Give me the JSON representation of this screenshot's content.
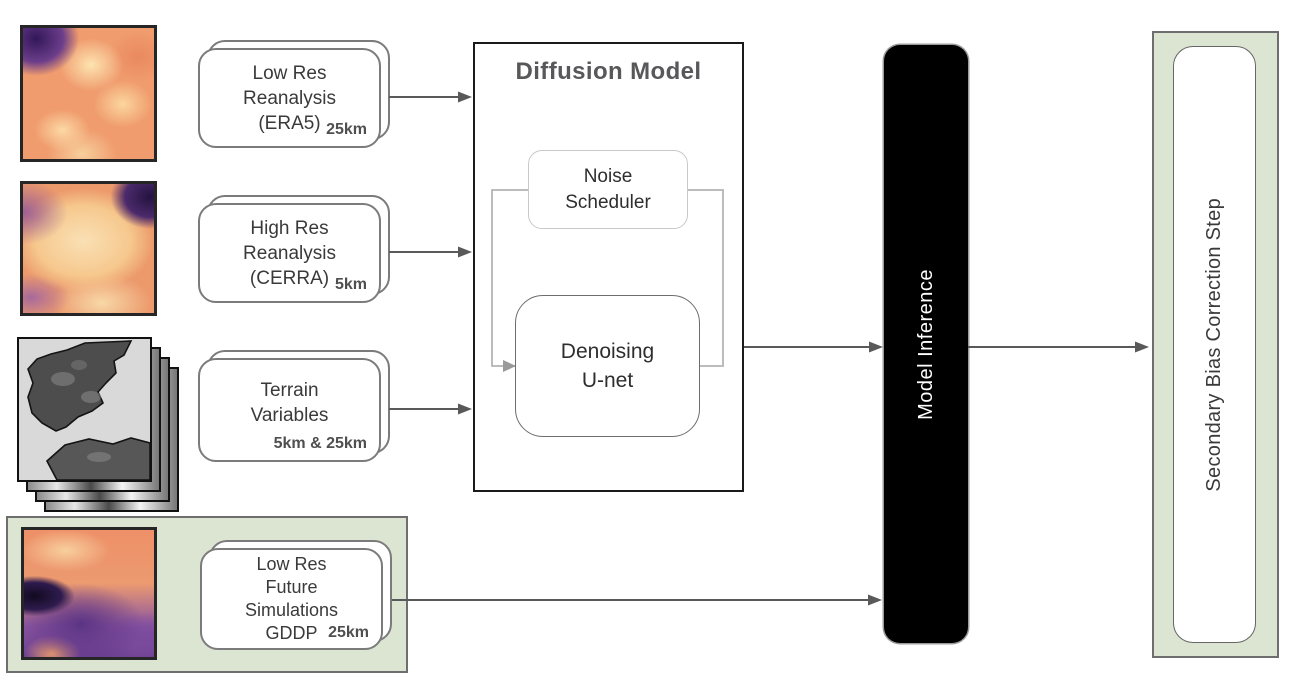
{
  "inputs": [
    {
      "name": "low-res-reanalysis",
      "lines": [
        "Low Res",
        "Reanalysis",
        "(ERA5)"
      ],
      "resolution": "25km"
    },
    {
      "name": "high-res-reanalysis",
      "lines": [
        "High Res",
        "Reanalysis",
        "(CERRA)"
      ],
      "resolution": "5km"
    },
    {
      "name": "terrain-variables",
      "lines": [
        "Terrain",
        "Variables"
      ],
      "resolution": "5km & 25km"
    },
    {
      "name": "low-res-future-simulations",
      "lines": [
        "Low Res",
        "Future",
        "Simulations",
        "GDDP"
      ],
      "resolution": "25km"
    }
  ],
  "diffusion_model": {
    "title": "Diffusion Model",
    "noise_scheduler": {
      "lines": [
        "Noise",
        "Scheduler"
      ]
    },
    "denoising_unet": {
      "lines": [
        "Denoising",
        "U-net"
      ]
    }
  },
  "model_inference": {
    "label": "Model Inference"
  },
  "bias_correction": {
    "label": "Secondary Bias Correction Step"
  },
  "edges": [
    {
      "from": "Low Res Reanalysis (ERA5)",
      "to": "Diffusion Model"
    },
    {
      "from": "High Res Reanalysis (CERRA)",
      "to": "Diffusion Model"
    },
    {
      "from": "Terrain Variables",
      "to": "Diffusion Model"
    },
    {
      "from": "Noise Scheduler",
      "to": "Denoising U-net",
      "type": "internal-loop"
    },
    {
      "from": "Diffusion Model",
      "to": "Model Inference"
    },
    {
      "from": "Low Res Future Simulations GDDP",
      "to": "Model Inference"
    },
    {
      "from": "Model Inference",
      "to": "Secondary Bias Correction Step"
    }
  ],
  "colors": {
    "highlight_green": "#dbe5d1",
    "box_border_gray": "#7b7b7b",
    "arrow_gray": "#595959",
    "loop_gray": "#b5b5b5",
    "inference_black": "#000000",
    "title_gray": "#58585a"
  }
}
